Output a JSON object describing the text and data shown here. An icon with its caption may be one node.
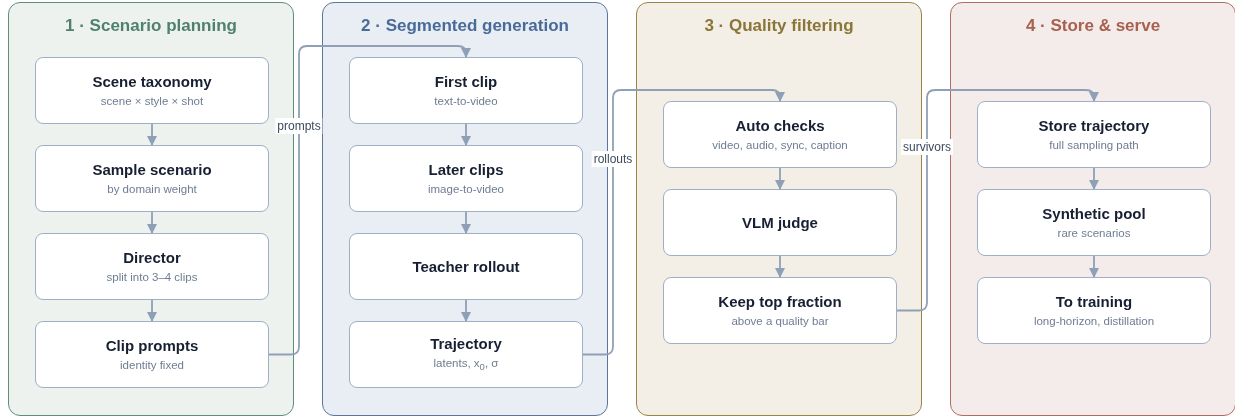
{
  "diagram": {
    "nodes": [
      {
        "text": [
          "1 · Scenario planning"
        ]
      },
      {
        "text": [
          "Scene taxonomy",
          "scene × style × shot"
        ],
        "in": 0
      },
      {
        "text": [
          "Sample scenario",
          "by domain weight"
        ],
        "in": 0
      },
      {
        "text": [
          "Director",
          "split into 3–4 clips"
        ],
        "in": 0
      },
      {
        "text": [
          "Clip prompts",
          "identity fixed"
        ],
        "in": 0
      },
      {
        "text": [
          "2 · Segmented generation"
        ]
      },
      {
        "text": [
          "First clip",
          "text-to-video"
        ],
        "in": 5
      },
      {
        "text": [
          "Later clips",
          "image-to-video"
        ],
        "in": 5
      },
      {
        "text": [
          "Teacher rollout"
        ],
        "in": 5
      },
      {
        "text": [
          "Trajectory",
          "latents, x$_{0}$, σ"
        ],
        "in": 5
      },
      {
        "text": [
          "3 · Quality filtering"
        ]
      },
      {
        "text": [
          "Auto checks",
          "video, audio, sync, caption"
        ],
        "in": 10
      },
      {
        "text": [
          "VLM judge"
        ],
        "in": 10
      },
      {
        "text": [
          "Keep top fraction",
          "above a quality bar"
        ],
        "in": 10
      },
      {
        "text": [
          "4 · Store & serve"
        ]
      },
      {
        "text": [
          "Store trajectory",
          "full sampling path"
        ],
        "in": 14
      },
      {
        "text": [
          "Synthetic pool",
          "rare scenarios"
        ],
        "in": 14
      },
      {
        "text": [
          "To training",
          "long-horizon, distillation"
        ],
        "in": 14
      }
    ],
    "edges": [
      {
        "from": 1,
        "to": 2,
        "arrow": "to"
      },
      {
        "from": 2,
        "to": 3,
        "arrow": "to"
      },
      {
        "from": 3,
        "to": 4,
        "arrow": "to"
      },
      {
        "from": 4,
        "to": 6,
        "arrow": "to",
        "label": "prompts"
      },
      {
        "from": 6,
        "to": 7,
        "arrow": "to"
      },
      {
        "from": 7,
        "to": 8,
        "arrow": "to"
      },
      {
        "from": 8,
        "to": 9,
        "arrow": "to"
      },
      {
        "from": 9,
        "to": 11,
        "arrow": "to",
        "label": "rollouts"
      },
      {
        "from": 11,
        "to": 12,
        "arrow": "to"
      },
      {
        "from": 12,
        "to": 13,
        "arrow": "to"
      },
      {
        "from": 13,
        "to": 15,
        "arrow": "to",
        "label": "survivors"
      },
      {
        "from": 15,
        "to": 16,
        "arrow": "to"
      },
      {
        "from": 16,
        "to": 17,
        "arrow": "to"
      }
    ]
  }
}
